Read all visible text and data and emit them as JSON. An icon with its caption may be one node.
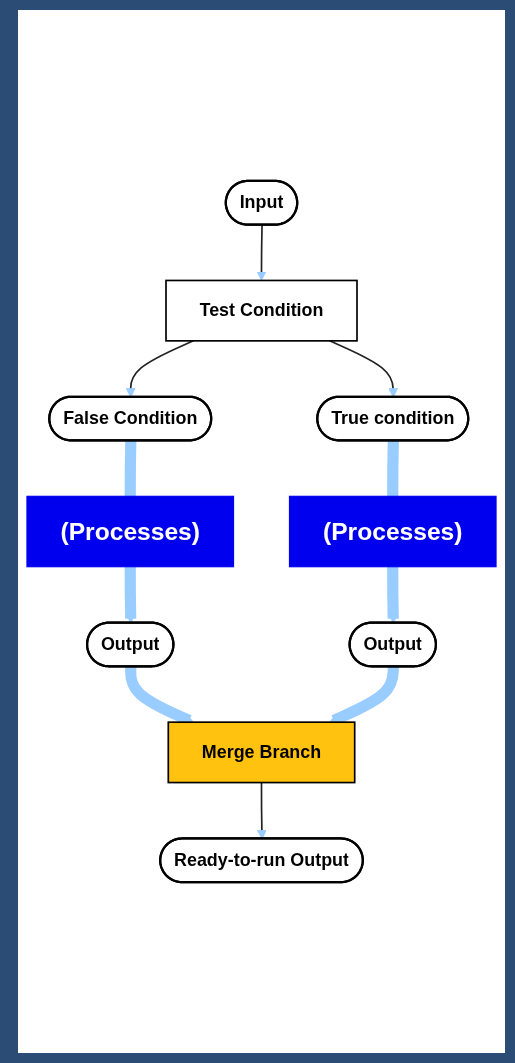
{
  "diagram": {
    "nodes": [
      {
        "text": [
          "Input"
        ]
      },
      {
        "text": [
          "Test Condition"
        ]
      },
      {
        "text": [
          "False Condition"
        ]
      },
      {
        "text": [
          "True condition"
        ]
      },
      {
        "text": [
          "(Processes)"
        ]
      },
      {
        "text": [
          "(Processes)"
        ]
      },
      {
        "text": [
          "Output"
        ]
      },
      {
        "text": [
          "Output"
        ]
      },
      {
        "text": [
          "Merge Branch"
        ]
      },
      {
        "text": [
          "Ready-to-run Output"
        ]
      }
    ],
    "edges": [
      {
        "from": 0,
        "to": 1,
        "arrow": "to",
        "color": "#222222"
      },
      {
        "from": 1,
        "to": 2,
        "arrow": "to",
        "color": "#222222"
      },
      {
        "from": 1,
        "to": 3,
        "arrow": "to",
        "color": "#222222"
      },
      {
        "from": 2,
        "to": 4,
        "arrow": "none"
      },
      {
        "from": 3,
        "to": 5,
        "arrow": "none"
      },
      {
        "from": 4,
        "to": 6,
        "arrow": "to"
      },
      {
        "from": 5,
        "to": 7,
        "arrow": "to"
      },
      {
        "from": 6,
        "to": 8,
        "arrow": "to"
      },
      {
        "from": 7,
        "to": 8,
        "arrow": "to"
      },
      {
        "from": 8,
        "to": 9,
        "arrow": "to",
        "color": "#222222"
      }
    ]
  }
}
